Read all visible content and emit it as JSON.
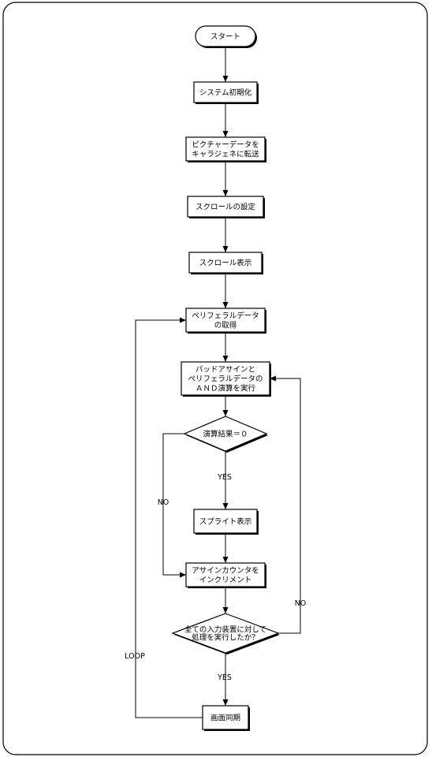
{
  "diagram": {
    "nodes": [
      {
        "id": "start",
        "shape": "terminal",
        "lines": [
          "スタート"
        ]
      },
      {
        "id": "init",
        "shape": "process",
        "lines": [
          "システム初期化"
        ]
      },
      {
        "id": "transfer",
        "shape": "process",
        "lines": [
          "ピクチャーデータを",
          "キャラジェネに転送"
        ]
      },
      {
        "id": "scroll-set",
        "shape": "process",
        "lines": [
          "スクロールの設定"
        ]
      },
      {
        "id": "scroll-show",
        "shape": "process",
        "lines": [
          "スクロール表示"
        ]
      },
      {
        "id": "get-peripheral",
        "shape": "process",
        "lines": [
          "ペリフェラルデータ",
          "の取得"
        ]
      },
      {
        "id": "and-op",
        "shape": "process",
        "lines": [
          "パッドアサインと",
          "ペリフェラルデータの",
          "ＡＮＤ演算を実行"
        ]
      },
      {
        "id": "is-zero",
        "shape": "decision",
        "lines": [
          "演算結果＝０"
        ]
      },
      {
        "id": "sprite-show",
        "shape": "process",
        "lines": [
          "スプライト表示"
        ]
      },
      {
        "id": "increment",
        "shape": "process",
        "lines": [
          "アサインカウンタを",
          "インクリメント"
        ]
      },
      {
        "id": "all-done",
        "shape": "decision",
        "lines": [
          "全ての入力装置に対して",
          "処理を実行したか？"
        ]
      },
      {
        "id": "vsync",
        "shape": "process",
        "lines": [
          "画面同期"
        ]
      }
    ],
    "edge_labels": {
      "yes_1": "YES",
      "no_1": "NO",
      "no_2": "NO",
      "yes_2": "YES",
      "loop": "LOOP"
    }
  }
}
